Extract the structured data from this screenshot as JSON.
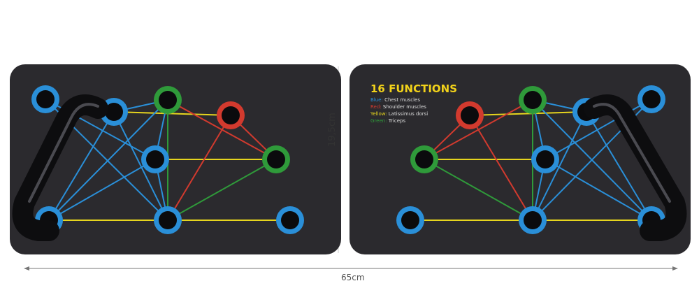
{
  "product": {
    "title": "16 FUNCTIONS",
    "legend": [
      {
        "key": "Blue:",
        "label": "Chest muscles",
        "color": "#2a8fd8"
      },
      {
        "key": "Red:",
        "label": "Shoulder muscles",
        "color": "#d23a2e"
      },
      {
        "key": "Yellow:",
        "label": "Latissimus dorsi",
        "color": "#e6d41e"
      },
      {
        "key": "Green:",
        "label": "Triceps",
        "color": "#2f9a3a"
      }
    ],
    "width_label": "65cm",
    "height_label": "19,5cm",
    "board_color": "#2b2a2e"
  }
}
